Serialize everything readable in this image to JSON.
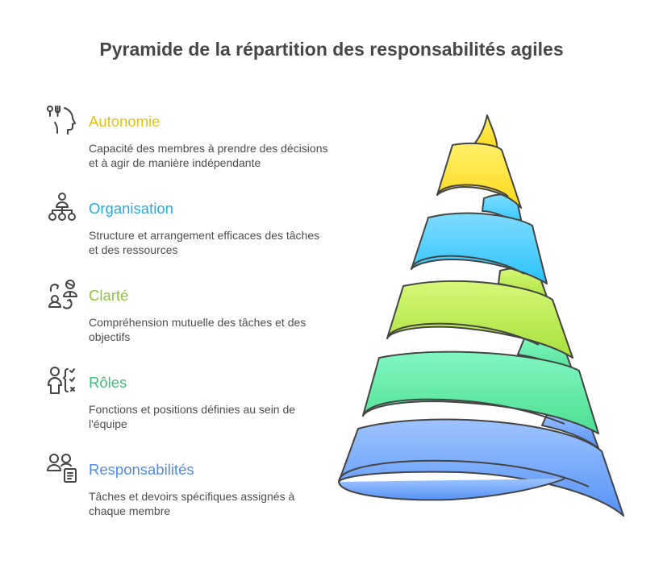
{
  "title": "Pyramide de la répartition des responsabilités agiles",
  "items": [
    {
      "label": "Autonomie",
      "description": "Capacité des membres à prendre des décisions et à agir de manière indépendante",
      "color": "#e3c11a",
      "icon": "head-fork-knife-icon"
    },
    {
      "label": "Organisation",
      "description": "Structure et arrangement efficaces des tâches et des ressources",
      "color": "#29a9de",
      "icon": "org-chart-icon"
    },
    {
      "label": "Clarté",
      "description": "Compréhension mutuelle des tâches et des objectifs",
      "color": "#8fc33a",
      "icon": "people-exchange-icon"
    },
    {
      "label": "Rôles",
      "description": "Fonctions et positions définies au sein de l'équipe",
      "color": "#3fbf7a",
      "icon": "person-checklist-icon"
    },
    {
      "label": "Responsabilités",
      "description": "Tâches et devoirs spécifiques assignés à chaque membre",
      "color": "#4f8be8",
      "icon": "people-document-icon"
    }
  ],
  "pyramid": {
    "layers": [
      {
        "name": "Autonomie",
        "color_top": "#fff06a",
        "color_bottom": "#ffd91a"
      },
      {
        "name": "Organisation",
        "color_top": "#7fdcff",
        "color_bottom": "#29c3fb"
      },
      {
        "name": "Clarté",
        "color_top": "#d5f877",
        "color_bottom": "#a8e03b"
      },
      {
        "name": "Rôles",
        "color_top": "#80f8c0",
        "color_bottom": "#4ddd92"
      },
      {
        "name": "Responsabilités",
        "color_top": "#9fc4ff",
        "color_bottom": "#5592f6"
      }
    ],
    "stroke": "#444444"
  }
}
